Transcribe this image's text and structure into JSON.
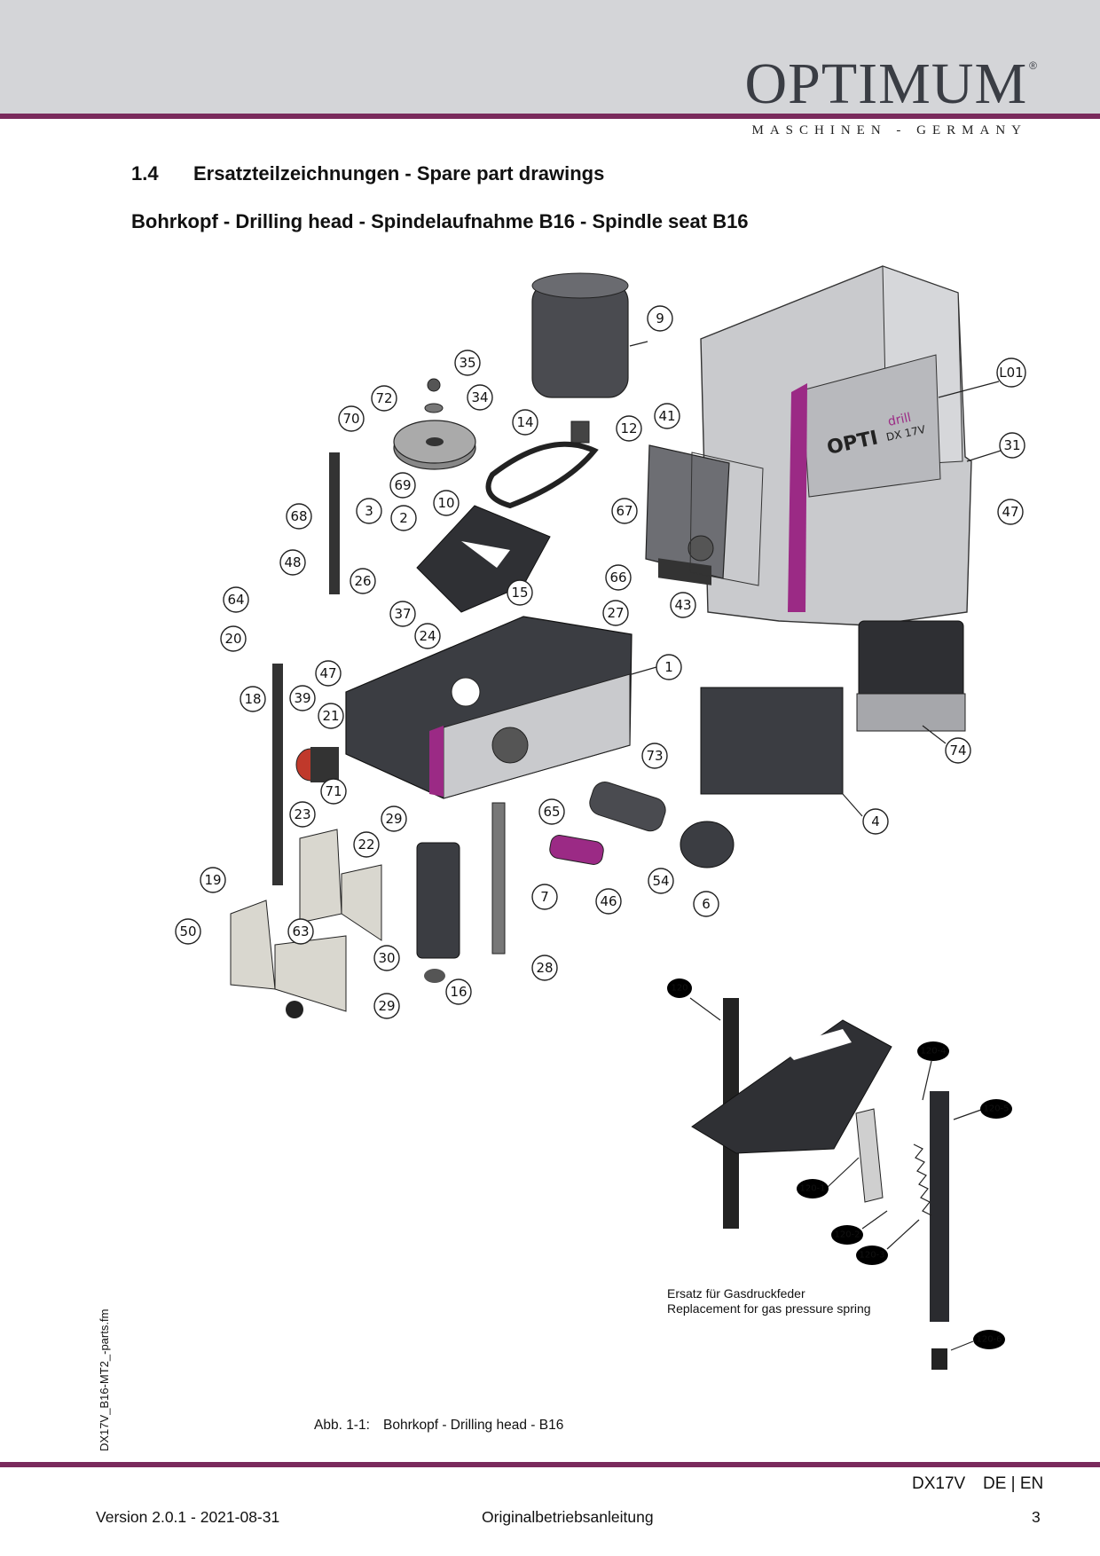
{
  "header": {
    "logo_text": "OPTIMUM",
    "logo_registered": "®",
    "logo_subtitle": "MASCHINEN - GERMANY"
  },
  "section": {
    "number": "1.4",
    "title": "Ersatzteilzeichnungen - Spare part drawings",
    "subtitle": "Bohrkopf - Drilling head - Spindelaufnahme B16 - Spindle seat B16"
  },
  "drawing": {
    "product_brand": "OPTI",
    "product_line": "drill",
    "product_model": "DX 17V",
    "callouts": [
      "9",
      "35",
      "34",
      "72",
      "70",
      "14",
      "12",
      "41",
      "L01",
      "31",
      "69",
      "10",
      "3",
      "2",
      "68",
      "67",
      "47",
      "48",
      "26",
      "15",
      "66",
      "64",
      "37",
      "24",
      "27",
      "43",
      "20",
      "1",
      "47",
      "39",
      "18",
      "21",
      "74",
      "23",
      "71",
      "29",
      "65",
      "73",
      "22",
      "4",
      "19",
      "54",
      "63",
      "7",
      "46",
      "6",
      "50",
      "30",
      "28",
      "29",
      "16"
    ],
    "subassembly_callouts": [
      "120",
      "120-4",
      "120-5",
      "120-1",
      "120-2",
      "120-3",
      "120-6"
    ],
    "colors": {
      "accent": "#9b2a85",
      "casting": "#3b3d42",
      "housing": "#c9cacd",
      "guard": "#d9d7cf"
    }
  },
  "replacement_note": {
    "line1": "Ersatz für Gasdruckfeder",
    "line2": "Replacement for gas pressure spring"
  },
  "caption": {
    "label": "Abb. 1-1:",
    "text": "Bohrkopf - Drilling head - B16"
  },
  "side_file": "DX17V_B16-MT2_-parts.fm",
  "footer": {
    "model": "DX17V",
    "languages": "DE | EN",
    "version": "Version 2.0.1 - 2021-08-31",
    "document": "Originalbetriebsanleitung",
    "page": "3"
  }
}
